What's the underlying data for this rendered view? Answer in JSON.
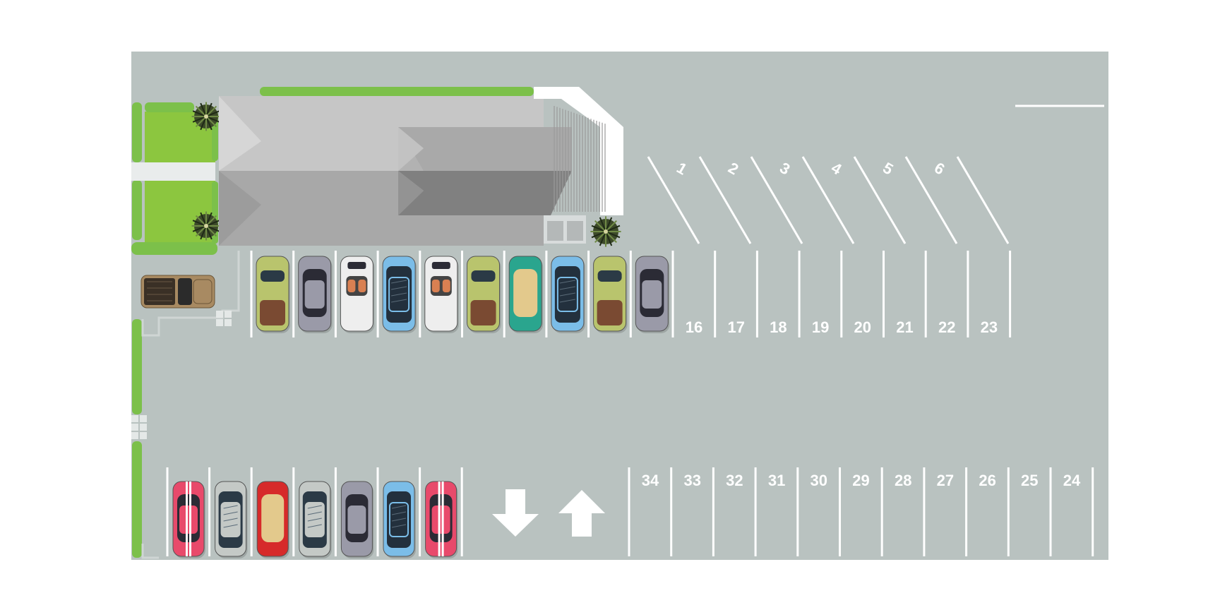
{
  "colors": {
    "asphalt": "#b9c2c0",
    "line": "#ffffff",
    "grass": "#8cc63f",
    "hedge": "#7cc04a",
    "roof_light": "#c9c9c9",
    "roof_mid": "#a9a9a9",
    "roof_dark": "#858585",
    "path": "#e9ecec"
  },
  "angled_row": {
    "labels": [
      "1",
      "2",
      "3",
      "4",
      "5",
      "6"
    ]
  },
  "upper_row": {
    "occupied": [
      {
        "type": "sedan",
        "color": "#b9c46d",
        "accent": "#7a4a32"
      },
      {
        "type": "coupe",
        "color": "#9a9aa8",
        "accent": "#2b2b35"
      },
      {
        "type": "convertible",
        "color": "#eeeeee",
        "accent": "#d98052"
      },
      {
        "type": "suv",
        "color": "#7bbde8",
        "accent": "#23303d"
      },
      {
        "type": "convertible",
        "color": "#eeeeee",
        "accent": "#d98052"
      },
      {
        "type": "sedan",
        "color": "#b9c46d",
        "accent": "#7a4a32"
      },
      {
        "type": "coupe",
        "color": "#2aa58e",
        "accent": "#e3c98c"
      },
      {
        "type": "suv",
        "color": "#7bbde8",
        "accent": "#23303d"
      },
      {
        "type": "sedan",
        "color": "#b9c46d",
        "accent": "#7a4a32"
      },
      {
        "type": "coupe",
        "color": "#9a9aa8",
        "accent": "#2b2b35"
      }
    ],
    "numbers": [
      "16",
      "17",
      "18",
      "19",
      "20",
      "21",
      "22",
      "23"
    ]
  },
  "lower_row": {
    "occupied": [
      {
        "type": "sport",
        "color": "#e84a6b",
        "accent": "#2b2b35"
      },
      {
        "type": "van",
        "color": "#c4c9c6",
        "accent": "#2b3a46"
      },
      {
        "type": "coupe",
        "color": "#d62a2a",
        "accent": "#e3c98c"
      },
      {
        "type": "van",
        "color": "#c4c9c6",
        "accent": "#2b3a46"
      },
      {
        "type": "coupe",
        "color": "#9a9aa8",
        "accent": "#2b2b35"
      },
      {
        "type": "suv",
        "color": "#7bbde8",
        "accent": "#23303d"
      },
      {
        "type": "sport",
        "color": "#e84a6b",
        "accent": "#2b2b35"
      }
    ],
    "numbers": [
      "34",
      "33",
      "32",
      "31",
      "30",
      "29",
      "28",
      "27",
      "26",
      "25",
      "24"
    ]
  },
  "pickup": {
    "color": "#a88a62",
    "accent": "#3a3026"
  },
  "arrows": [
    {
      "direction": "down"
    },
    {
      "direction": "up"
    }
  ]
}
